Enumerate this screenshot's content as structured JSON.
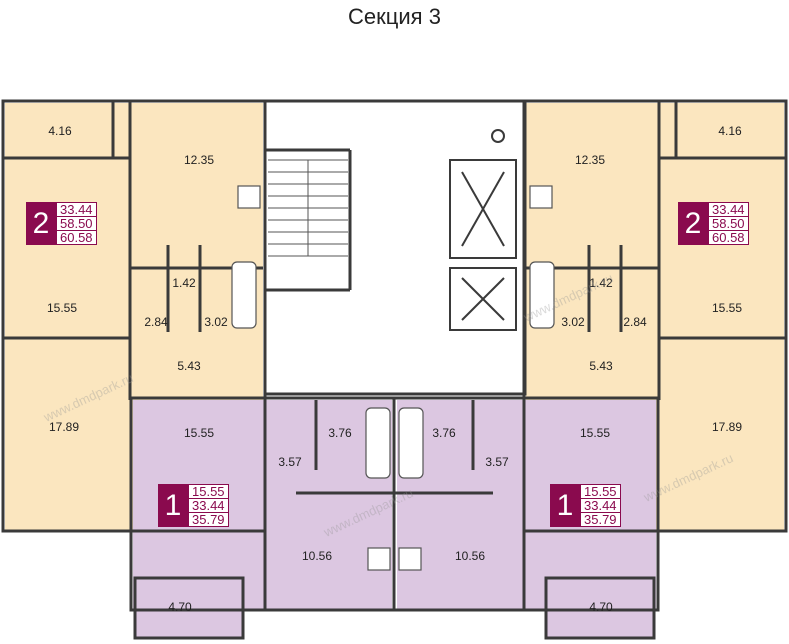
{
  "title": "Секция 3",
  "colors": {
    "yellow_zone": "#fbe6bf",
    "purple_zone": "#dcc7e1",
    "wall": "#3a3a3a",
    "badge": "#8a0a4e"
  },
  "rooms_left": {
    "balcony_top": "4.16",
    "kitchen": "12.35",
    "bath_wc": "1.42",
    "room_a": "15.55",
    "corridor": "2.84",
    "bathroom": "3.02",
    "hall": "5.43",
    "room_b": "17.89"
  },
  "rooms_right": {
    "balcony_top": "4.16",
    "kitchen": "12.35",
    "bath_wc": "1.42",
    "room_a": "15.55",
    "corridor": "2.84",
    "bathroom": "3.02",
    "hall": "5.43",
    "room_b": "17.89"
  },
  "rooms_center_left": {
    "room": "15.55",
    "bath": "3.76",
    "hall": "3.57",
    "kitchen": "10.56",
    "balcony": "4.70"
  },
  "rooms_center_right": {
    "room": "15.55",
    "bath": "3.76",
    "hall": "3.57",
    "kitchen": "10.56",
    "balcony": "4.70"
  },
  "badges": {
    "left_2": {
      "number": "2",
      "living": "33.44",
      "total": "58.50",
      "total_with_balcony": "60.58"
    },
    "right_2": {
      "number": "2",
      "living": "33.44",
      "total": "58.50",
      "total_with_balcony": "60.58"
    },
    "left_1": {
      "number": "1",
      "living": "15.55",
      "total": "33.44",
      "total_with_balcony": "35.79"
    },
    "right_1": {
      "number": "1",
      "living": "15.55",
      "total": "33.44",
      "total_with_balcony": "35.79"
    }
  },
  "watermark": "www.dmdpark.ru"
}
